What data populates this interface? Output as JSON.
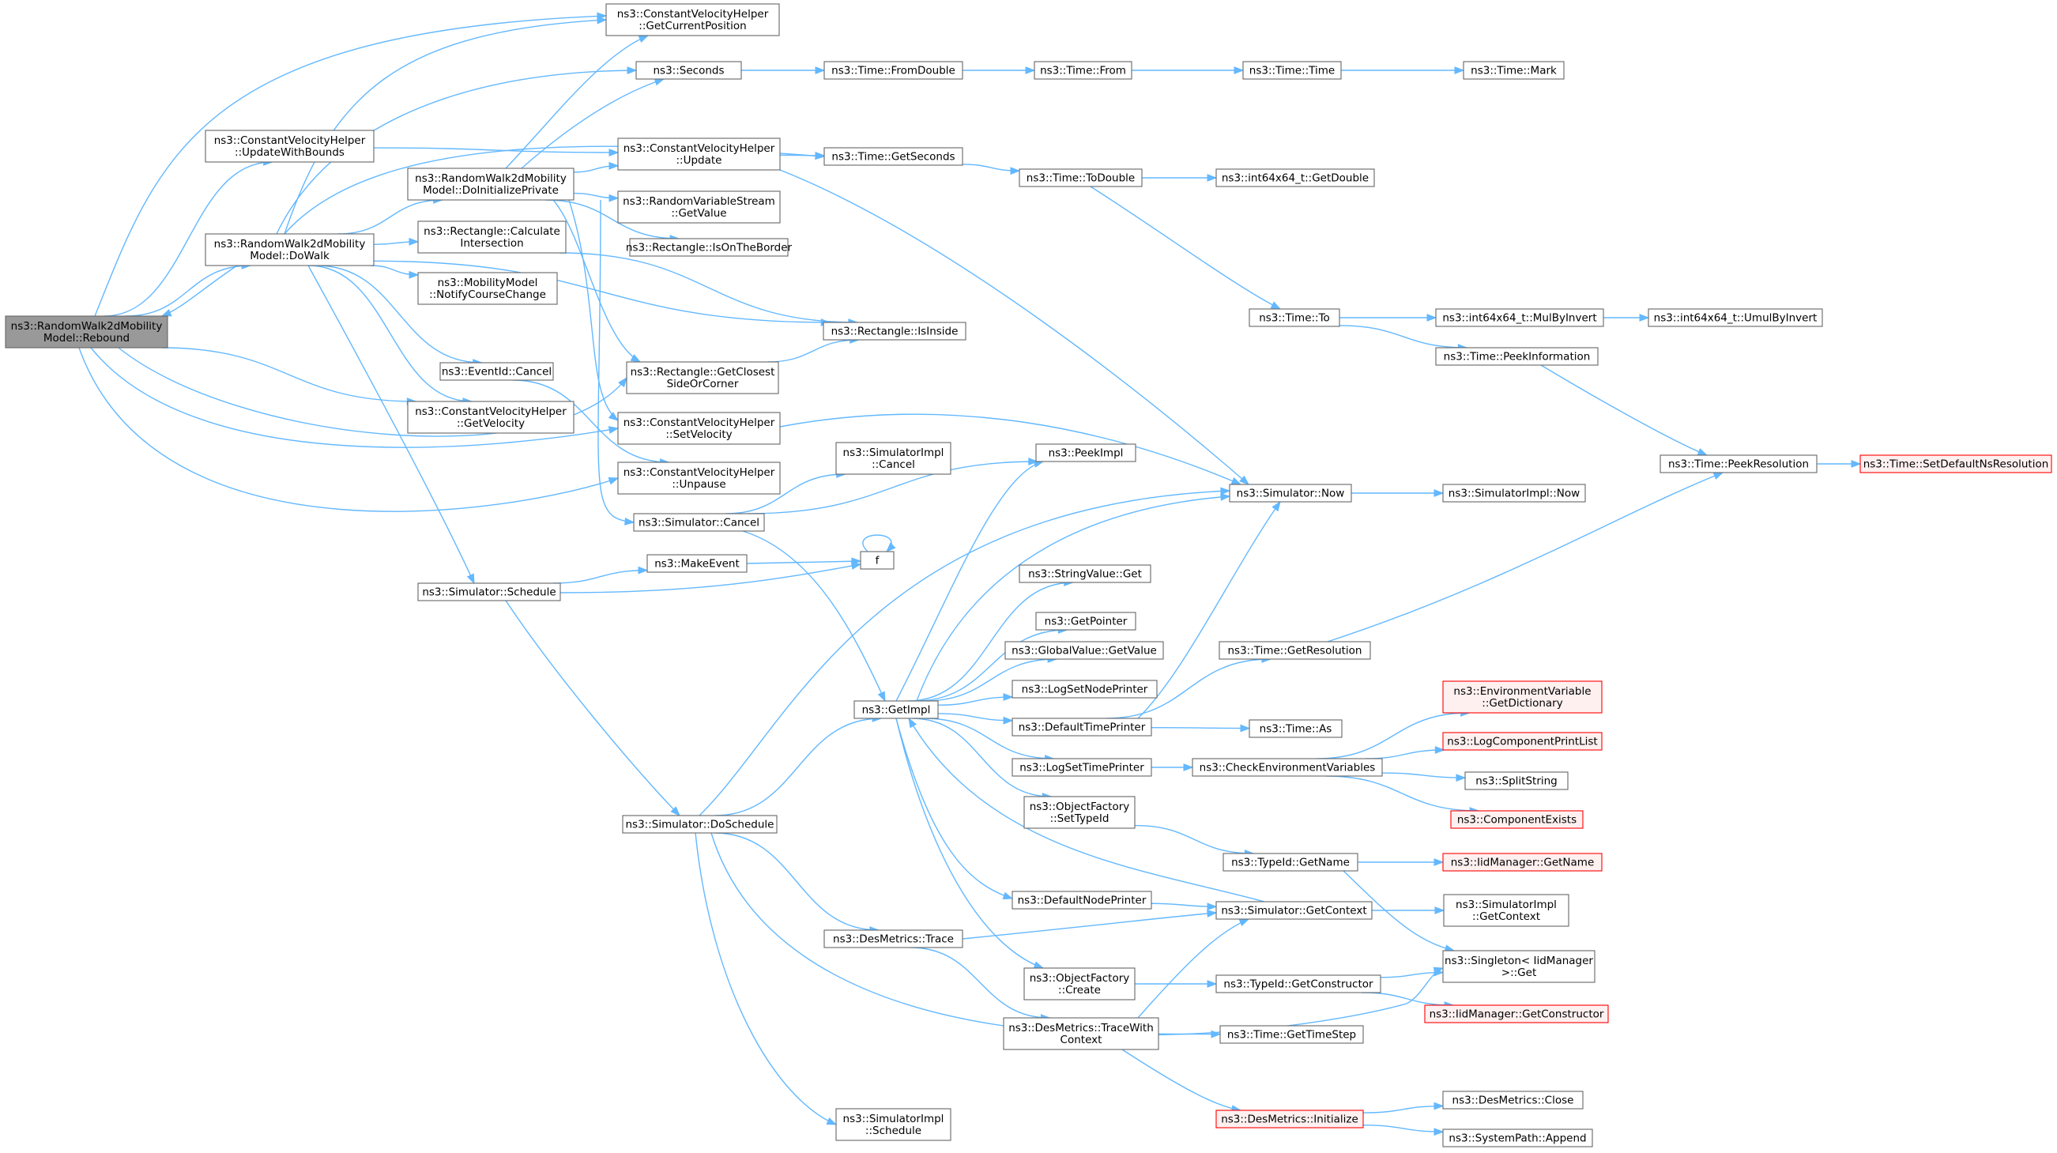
{
  "nodes": [
    {
      "id": "rebound",
      "lines": [
        "ns3::RandomWalk2dMobility",
        "Model::Rebound"
      ],
      "style": "root"
    },
    {
      "id": "updateWithBounds",
      "lines": [
        "ns3::ConstantVelocityHelper",
        "::UpdateWithBounds"
      ]
    },
    {
      "id": "doWalk",
      "lines": [
        "ns3::RandomWalk2dMobility",
        "Model::DoWalk"
      ]
    },
    {
      "id": "getCurrentPosition",
      "lines": [
        "ns3::ConstantVelocityHelper",
        "::GetCurrentPosition"
      ]
    },
    {
      "id": "seconds",
      "lines": [
        "ns3::Seconds"
      ]
    },
    {
      "id": "doInitPriv",
      "lines": [
        "ns3::RandomWalk2dMobility",
        "Model::DoInitializePrivate"
      ]
    },
    {
      "id": "cvhUpdate",
      "lines": [
        "ns3::ConstantVelocityHelper",
        "::Update"
      ]
    },
    {
      "id": "rvsGetValue",
      "lines": [
        "ns3::RandomVariableStream",
        "::GetValue"
      ]
    },
    {
      "id": "calcIntersection",
      "lines": [
        "ns3::Rectangle::Calculate",
        "Intersection"
      ]
    },
    {
      "id": "isOnTheBorder",
      "lines": [
        "ns3::Rectangle::IsOnTheBorder"
      ]
    },
    {
      "id": "notifyCourseChange",
      "lines": [
        "ns3::MobilityModel",
        "::NotifyCourseChange"
      ]
    },
    {
      "id": "isInside",
      "lines": [
        "ns3::Rectangle::IsInside"
      ]
    },
    {
      "id": "eventIdCancel",
      "lines": [
        "ns3::EventId::Cancel"
      ]
    },
    {
      "id": "getClosest",
      "lines": [
        "ns3::Rectangle::GetClosest",
        "SideOrCorner"
      ]
    },
    {
      "id": "cvhGetVelocity",
      "lines": [
        "ns3::ConstantVelocityHelper",
        "::GetVelocity"
      ]
    },
    {
      "id": "cvhSetVelocity",
      "lines": [
        "ns3::ConstantVelocityHelper",
        "::SetVelocity"
      ]
    },
    {
      "id": "cvhUnpause",
      "lines": [
        "ns3::ConstantVelocityHelper",
        "::Unpause"
      ]
    },
    {
      "id": "simCancel",
      "lines": [
        "ns3::Simulator::Cancel"
      ]
    },
    {
      "id": "simSchedule",
      "lines": [
        "ns3::Simulator::Schedule"
      ]
    },
    {
      "id": "makeEvent",
      "lines": [
        "ns3::MakeEvent"
      ]
    },
    {
      "id": "doSchedule",
      "lines": [
        "ns3::Simulator::DoSchedule"
      ]
    },
    {
      "id": "timeFromDouble",
      "lines": [
        "ns3::Time::FromDouble"
      ]
    },
    {
      "id": "timeFrom",
      "lines": [
        "ns3::Time::From"
      ]
    },
    {
      "id": "timeTime",
      "lines": [
        "ns3::Time::Time"
      ]
    },
    {
      "id": "timeMark",
      "lines": [
        "ns3::Time::Mark"
      ]
    },
    {
      "id": "getSeconds",
      "lines": [
        "ns3::Time::GetSeconds"
      ]
    },
    {
      "id": "toDouble",
      "lines": [
        "ns3::Time::ToDouble"
      ]
    },
    {
      "id": "int64GetDouble",
      "lines": [
        "ns3::int64x64_t::GetDouble"
      ]
    },
    {
      "id": "timeTo",
      "lines": [
        "ns3::Time::To"
      ]
    },
    {
      "id": "mulByInvert",
      "lines": [
        "ns3::int64x64_t::MulByInvert"
      ]
    },
    {
      "id": "umulByInvert",
      "lines": [
        "ns3::int64x64_t::UmulByInvert"
      ]
    },
    {
      "id": "peekInformation",
      "lines": [
        "ns3::Time::PeekInformation"
      ]
    },
    {
      "id": "peekResolution",
      "lines": [
        "ns3::Time::PeekResolution"
      ]
    },
    {
      "id": "setDefaultNsRes",
      "lines": [
        "ns3::Time::SetDefaultNsResolution"
      ],
      "style": "trunc"
    },
    {
      "id": "simImplCancel",
      "lines": [
        "ns3::SimulatorImpl",
        "::Cancel"
      ]
    },
    {
      "id": "peekImpl",
      "lines": [
        "ns3::PeekImpl"
      ]
    },
    {
      "id": "simNow",
      "lines": [
        "ns3::Simulator::Now"
      ]
    },
    {
      "id": "simImplNow",
      "lines": [
        "ns3::SimulatorImpl::Now"
      ]
    },
    {
      "id": "f",
      "lines": [
        "f"
      ]
    },
    {
      "id": "stringValueGet",
      "lines": [
        "ns3::StringValue::Get"
      ]
    },
    {
      "id": "getPointer",
      "lines": [
        "ns3::GetPointer"
      ]
    },
    {
      "id": "globalValueGetValue",
      "lines": [
        "ns3::GlobalValue::GetValue"
      ]
    },
    {
      "id": "logSetNodePrinter",
      "lines": [
        "ns3::LogSetNodePrinter"
      ]
    },
    {
      "id": "getImpl",
      "lines": [
        "ns3::GetImpl"
      ]
    },
    {
      "id": "defaultTimePrinter",
      "lines": [
        "ns3::DefaultTimePrinter"
      ]
    },
    {
      "id": "logSetTimePrinter",
      "lines": [
        "ns3::LogSetTimePrinter"
      ]
    },
    {
      "id": "ofSetTypeId",
      "lines": [
        "ns3::ObjectFactory",
        "::SetTypeId"
      ]
    },
    {
      "id": "timeGetResolution",
      "lines": [
        "ns3::Time::GetResolution"
      ]
    },
    {
      "id": "timeAs",
      "lines": [
        "ns3::Time::As"
      ]
    },
    {
      "id": "checkEnvVars",
      "lines": [
        "ns3::CheckEnvironmentVariables"
      ]
    },
    {
      "id": "envGetDictionary",
      "lines": [
        "ns3::EnvironmentVariable",
        "::GetDictionary"
      ],
      "style": "trunc"
    },
    {
      "id": "logComponentPrintList",
      "lines": [
        "ns3::LogComponentPrintList"
      ],
      "style": "trunc"
    },
    {
      "id": "splitString",
      "lines": [
        "ns3::SplitString"
      ]
    },
    {
      "id": "componentExists",
      "lines": [
        "ns3::ComponentExists"
      ],
      "style": "trunc"
    },
    {
      "id": "typeIdGetName",
      "lines": [
        "ns3::TypeId::GetName"
      ]
    },
    {
      "id": "iidGetName",
      "lines": [
        "ns3::IidManager::GetName"
      ],
      "style": "trunc"
    },
    {
      "id": "defaultNodePrinter",
      "lines": [
        "ns3::DefaultNodePrinter"
      ]
    },
    {
      "id": "simGetContext",
      "lines": [
        "ns3::Simulator::GetContext"
      ]
    },
    {
      "id": "simImplGetContext",
      "lines": [
        "ns3::SimulatorImpl",
        "::GetContext"
      ]
    },
    {
      "id": "desTrace",
      "lines": [
        "ns3::DesMetrics::Trace"
      ]
    },
    {
      "id": "ofCreate",
      "lines": [
        "ns3::ObjectFactory",
        "::Create"
      ]
    },
    {
      "id": "typeIdGetConstructor",
      "lines": [
        "ns3::TypeId::GetConstructor"
      ]
    },
    {
      "id": "singletonGet",
      "lines": [
        "ns3::Singleton< IidManager",
        ">::Get"
      ]
    },
    {
      "id": "iidGetConstructor",
      "lines": [
        "ns3::IidManager::GetConstructor"
      ],
      "style": "trunc"
    },
    {
      "id": "desTraceWithContext",
      "lines": [
        "ns3::DesMetrics::TraceWith",
        "Context"
      ]
    },
    {
      "id": "timeGetTimeStep",
      "lines": [
        "ns3::Time::GetTimeStep"
      ]
    },
    {
      "id": "desInitialize",
      "lines": [
        "ns3::DesMetrics::Initialize"
      ],
      "style": "trunc"
    },
    {
      "id": "desClose",
      "lines": [
        "ns3::DesMetrics::Close"
      ]
    },
    {
      "id": "sysPathAppend",
      "lines": [
        "ns3::SystemPath::Append"
      ]
    },
    {
      "id": "simImplSchedule",
      "lines": [
        "ns3::SimulatorImpl",
        "::Schedule"
      ]
    }
  ],
  "edges": [
    [
      "rebound",
      "updateWithBounds"
    ],
    [
      "rebound",
      "doWalk"
    ],
    [
      "rebound",
      "getCurrentPosition"
    ],
    [
      "rebound",
      "cvhGetVelocity"
    ],
    [
      "rebound",
      "getClosest"
    ],
    [
      "rebound",
      "cvhSetVelocity"
    ],
    [
      "rebound",
      "cvhUnpause"
    ],
    [
      "updateWithBounds",
      "cvhUpdate"
    ],
    [
      "doWalk",
      "rebound"
    ],
    [
      "doWalk",
      "getCurrentPosition"
    ],
    [
      "doWalk",
      "seconds"
    ],
    [
      "doWalk",
      "getSeconds"
    ],
    [
      "doWalk",
      "doInitPriv"
    ],
    [
      "doWalk",
      "calcIntersection"
    ],
    [
      "doWalk",
      "notifyCourseChange"
    ],
    [
      "doWalk",
      "isInside"
    ],
    [
      "doWalk",
      "eventIdCancel"
    ],
    [
      "doWalk",
      "cvhGetVelocity"
    ],
    [
      "doWalk",
      "simSchedule"
    ],
    [
      "doInitPriv",
      "getCurrentPosition"
    ],
    [
      "doInitPriv",
      "seconds"
    ],
    [
      "doInitPriv",
      "cvhUpdate"
    ],
    [
      "doInitPriv",
      "rvsGetValue"
    ],
    [
      "doInitPriv",
      "isOnTheBorder"
    ],
    [
      "doInitPriv",
      "getClosest"
    ],
    [
      "doInitPriv",
      "cvhSetVelocity"
    ],
    [
      "doInitPriv",
      "simCancel"
    ],
    [
      "calcIntersection",
      "isInside"
    ],
    [
      "eventIdCancel",
      "cvhUnpause"
    ],
    [
      "getClosest",
      "isInside"
    ],
    [
      "cvhUpdate",
      "getSeconds"
    ],
    [
      "cvhUpdate",
      "simNow"
    ],
    [
      "cvhSetVelocity",
      "simNow"
    ],
    [
      "seconds",
      "timeFromDouble"
    ],
    [
      "timeFromDouble",
      "timeFrom"
    ],
    [
      "timeFrom",
      "timeTime"
    ],
    [
      "timeTime",
      "timeMark"
    ],
    [
      "getSeconds",
      "toDouble"
    ],
    [
      "toDouble",
      "int64GetDouble"
    ],
    [
      "toDouble",
      "timeTo"
    ],
    [
      "timeTo",
      "mulByInvert"
    ],
    [
      "timeTo",
      "peekInformation"
    ],
    [
      "mulByInvert",
      "umulByInvert"
    ],
    [
      "peekInformation",
      "peekResolution"
    ],
    [
      "peekResolution",
      "setDefaultNsRes"
    ],
    [
      "simCancel",
      "simImplCancel"
    ],
    [
      "simCancel",
      "peekImpl"
    ],
    [
      "simCancel",
      "getImpl"
    ],
    [
      "simSchedule",
      "makeEvent"
    ],
    [
      "simSchedule",
      "f"
    ],
    [
      "simSchedule",
      "doSchedule"
    ],
    [
      "makeEvent",
      "f"
    ],
    [
      "f",
      "f"
    ],
    [
      "doSchedule",
      "simNow"
    ],
    [
      "doSchedule",
      "getImpl"
    ],
    [
      "doSchedule",
      "desTrace"
    ],
    [
      "doSchedule",
      "singletonGet"
    ],
    [
      "doSchedule",
      "simImplSchedule"
    ],
    [
      "simNow",
      "simImplNow"
    ],
    [
      "getImpl",
      "peekImpl"
    ],
    [
      "getImpl",
      "simNow"
    ],
    [
      "getImpl",
      "stringValueGet"
    ],
    [
      "getImpl",
      "getPointer"
    ],
    [
      "getImpl",
      "globalValueGetValue"
    ],
    [
      "getImpl",
      "logSetNodePrinter"
    ],
    [
      "getImpl",
      "defaultTimePrinter"
    ],
    [
      "getImpl",
      "logSetTimePrinter"
    ],
    [
      "getImpl",
      "ofSetTypeId"
    ],
    [
      "getImpl",
      "defaultNodePrinter"
    ],
    [
      "getImpl",
      "ofCreate"
    ],
    [
      "defaultTimePrinter",
      "simNow"
    ],
    [
      "defaultTimePrinter",
      "timeGetResolution"
    ],
    [
      "defaultTimePrinter",
      "timeAs"
    ],
    [
      "timeGetResolution",
      "peekResolution"
    ],
    [
      "logSetTimePrinter",
      "checkEnvVars"
    ],
    [
      "checkEnvVars",
      "envGetDictionary"
    ],
    [
      "checkEnvVars",
      "logComponentPrintList"
    ],
    [
      "checkEnvVars",
      "splitString"
    ],
    [
      "checkEnvVars",
      "componentExists"
    ],
    [
      "ofSetTypeId",
      "typeIdGetName"
    ],
    [
      "typeIdGetName",
      "iidGetName"
    ],
    [
      "typeIdGetName",
      "singletonGet"
    ],
    [
      "defaultNodePrinter",
      "simGetContext"
    ],
    [
      "simGetContext",
      "getImpl"
    ],
    [
      "simGetContext",
      "simImplGetContext"
    ],
    [
      "desTrace",
      "simGetContext"
    ],
    [
      "desTrace",
      "desTraceWithContext"
    ],
    [
      "ofCreate",
      "typeIdGetConstructor"
    ],
    [
      "typeIdGetConstructor",
      "singletonGet"
    ],
    [
      "typeIdGetConstructor",
      "iidGetConstructor"
    ],
    [
      "desTraceWithContext",
      "simGetContext"
    ],
    [
      "desTraceWithContext",
      "timeGetTimeStep"
    ],
    [
      "desTraceWithContext",
      "desInitialize"
    ],
    [
      "desInitialize",
      "desClose"
    ],
    [
      "desInitialize",
      "sysPathAppend"
    ]
  ]
}
